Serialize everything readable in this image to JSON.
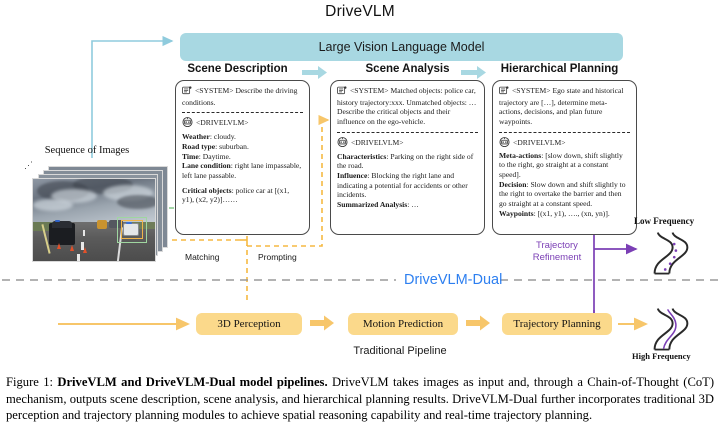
{
  "title": "DriveVLM",
  "lvlm_bar": {
    "label": "Large Vision Language Model"
  },
  "stages": [
    {
      "header": "Scene Description",
      "system_tag": "<SYSTEM>",
      "system_text": "Describe the driving conditions.",
      "vlm_tag": "<DRIVELVLM>",
      "fields": [
        {
          "key": "Weather",
          "value": "cloudy."
        },
        {
          "key": "Road type",
          "value": "suburban."
        },
        {
          "key": "Time",
          "value": "Daytime."
        },
        {
          "key": "Lane condition",
          "value": "right lane impassable, left lane passable."
        },
        {
          "key": "Critical objects",
          "value": "police car at [(x1, y1), (x2, y2)]……"
        }
      ]
    },
    {
      "header": "Scene Analysis",
      "system_tag": "<SYSTEM>",
      "system_text": "Matched objects: police car, history trajectory:xxx. Unmatched objects: … Describe the critical objects and their influence on the ego-vehicle.",
      "vlm_tag": "<DRIVELVLM>",
      "fields": [
        {
          "key": "Characteristics",
          "value": "Parking on the right side of the road."
        },
        {
          "key": "Influence",
          "value": "Blocking the right lane and indicating a potential for accidents or other incidents."
        },
        {
          "key": "Summarized Analysis",
          "value": "…"
        }
      ]
    },
    {
      "header": "Hierarchical Planning",
      "system_tag": "<SYSTEM>",
      "system_text": "Ego state and historical trajectory are […], determine meta-actions, decisions, and plan future waypoints.",
      "vlm_tag": "<DRIVELVLM>",
      "fields": [
        {
          "key": "Meta-actions",
          "value": "[slow down, shift slightly to the right, go straight at a constant speed]."
        },
        {
          "key": "Decision",
          "value": "Slow down and shift slightly to the right to overtake the barrier and then go straight at a constant speed."
        },
        {
          "key": "Waypoints",
          "value": "[(x1, y1), …., (xn, yn)]."
        }
      ]
    }
  ],
  "labels": {
    "sequence_of_images": "Sequence of Images",
    "matching": "Matching",
    "prompting": "Prompting",
    "trajectory_refinement": "Trajectory\nRefinement",
    "trajectory_refinement_l1": "Trajectory",
    "trajectory_refinement_l2": "Refinement",
    "low_frequency": "Low Frequency",
    "high_frequency": "High Frequency",
    "drivevlm_dual": "DriveVLM-Dual",
    "traditional_pipeline": "Traditional Pipeline"
  },
  "pipeline": [
    {
      "label": "3D Perception"
    },
    {
      "label": "Motion Prediction"
    },
    {
      "label": "Trajectory Planning"
    }
  ],
  "colors": {
    "lvlm_bar": "#a8d8e2",
    "blue_arrow": "#8fcbdd",
    "orange_box": "#fbd98b",
    "orange_arrow": "#f7c66a",
    "purple": "#7b3fb5",
    "dual_text": "#2d7ff0",
    "dash_gray": "#9a9a9a",
    "dash_orange": "#f5b942"
  },
  "caption": {
    "figure_number": "Figure 1:",
    "bold_title": "DriveVLM and DriveVLM-Dual model pipelines.",
    "body": "DriveVLM takes images as input and, through a Chain-of-Thought (CoT) mechanism, outputs scene description, scene analysis, and hierarchical planning results. DriveVLM-Dual further incorporates traditional 3D perception and trajectory planning modules to achieve spatial reasoning capability and real-time trajectory planning."
  }
}
